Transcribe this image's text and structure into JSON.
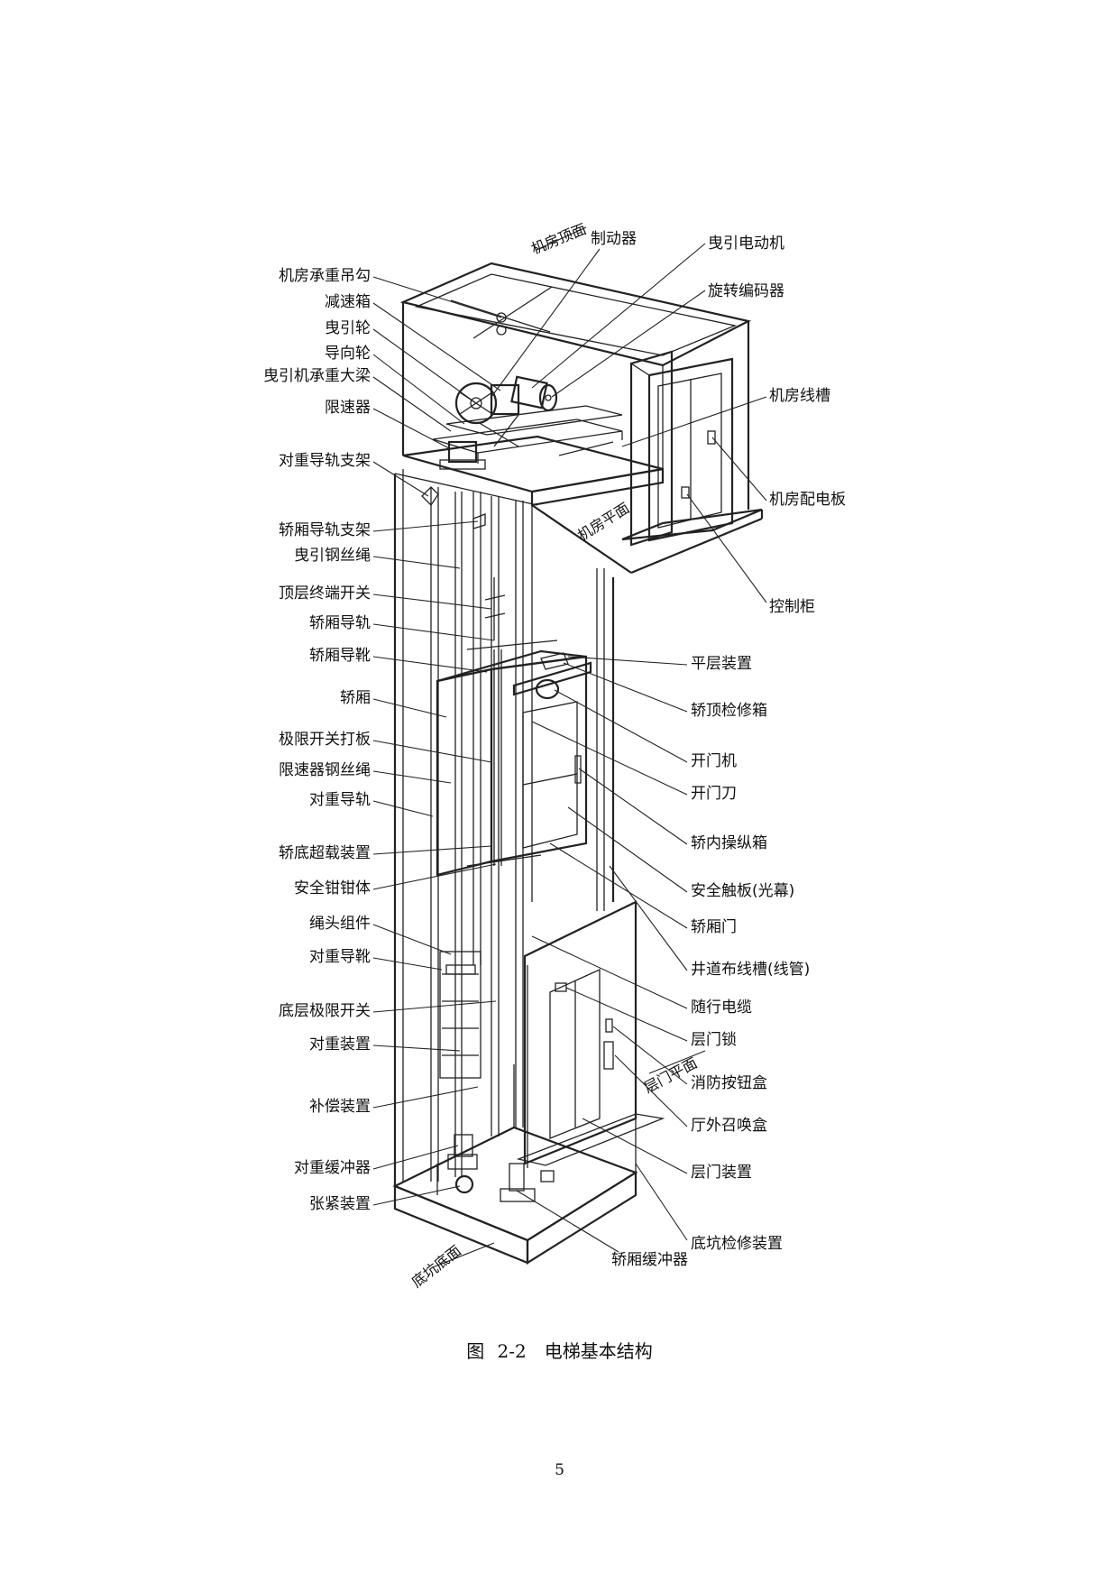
{
  "figure": {
    "caption": "图 2-2　电梯基本结构",
    "page_number": "5"
  },
  "planes": {
    "machine_room_top": "机房顶面",
    "machine_room_floor": "机房平面",
    "landing_floor": "层门平面",
    "pit_bottom": "底坑底面"
  },
  "labels_left": [
    "机房承重吊勾",
    "减速箱",
    "曳引轮",
    "导向轮",
    "曳引机承重大梁",
    "限速器",
    "对重导轨支架",
    "轿厢导轨支架",
    "曳引钢丝绳",
    "顶层终端开关",
    "轿厢导轨",
    "轿厢导靴",
    "轿厢",
    "极限开关打板",
    "限速器钢丝绳",
    "对重导轨",
    "轿底超载装置",
    "安全钳钳体",
    "绳头组件",
    "对重导靴",
    "底层极限开关",
    "对重装置",
    "补偿装置",
    "对重缓冲器",
    "张紧装置"
  ],
  "labels_right": [
    "制动器",
    "曳引电动机",
    "旋转编码器",
    "机房线槽",
    "机房配电板",
    "控制柜",
    "平层装置",
    "轿顶检修箱",
    "开门机",
    "开门刀",
    "轿内操纵箱",
    "安全触板(光幕)",
    "轿厢门",
    "井道布线槽(线管)",
    "随行电缆",
    "层门锁",
    "消防按钮盒",
    "厅外召唤盒",
    "层门装置",
    "底坑检修装置",
    "轿厢缓冲器"
  ]
}
